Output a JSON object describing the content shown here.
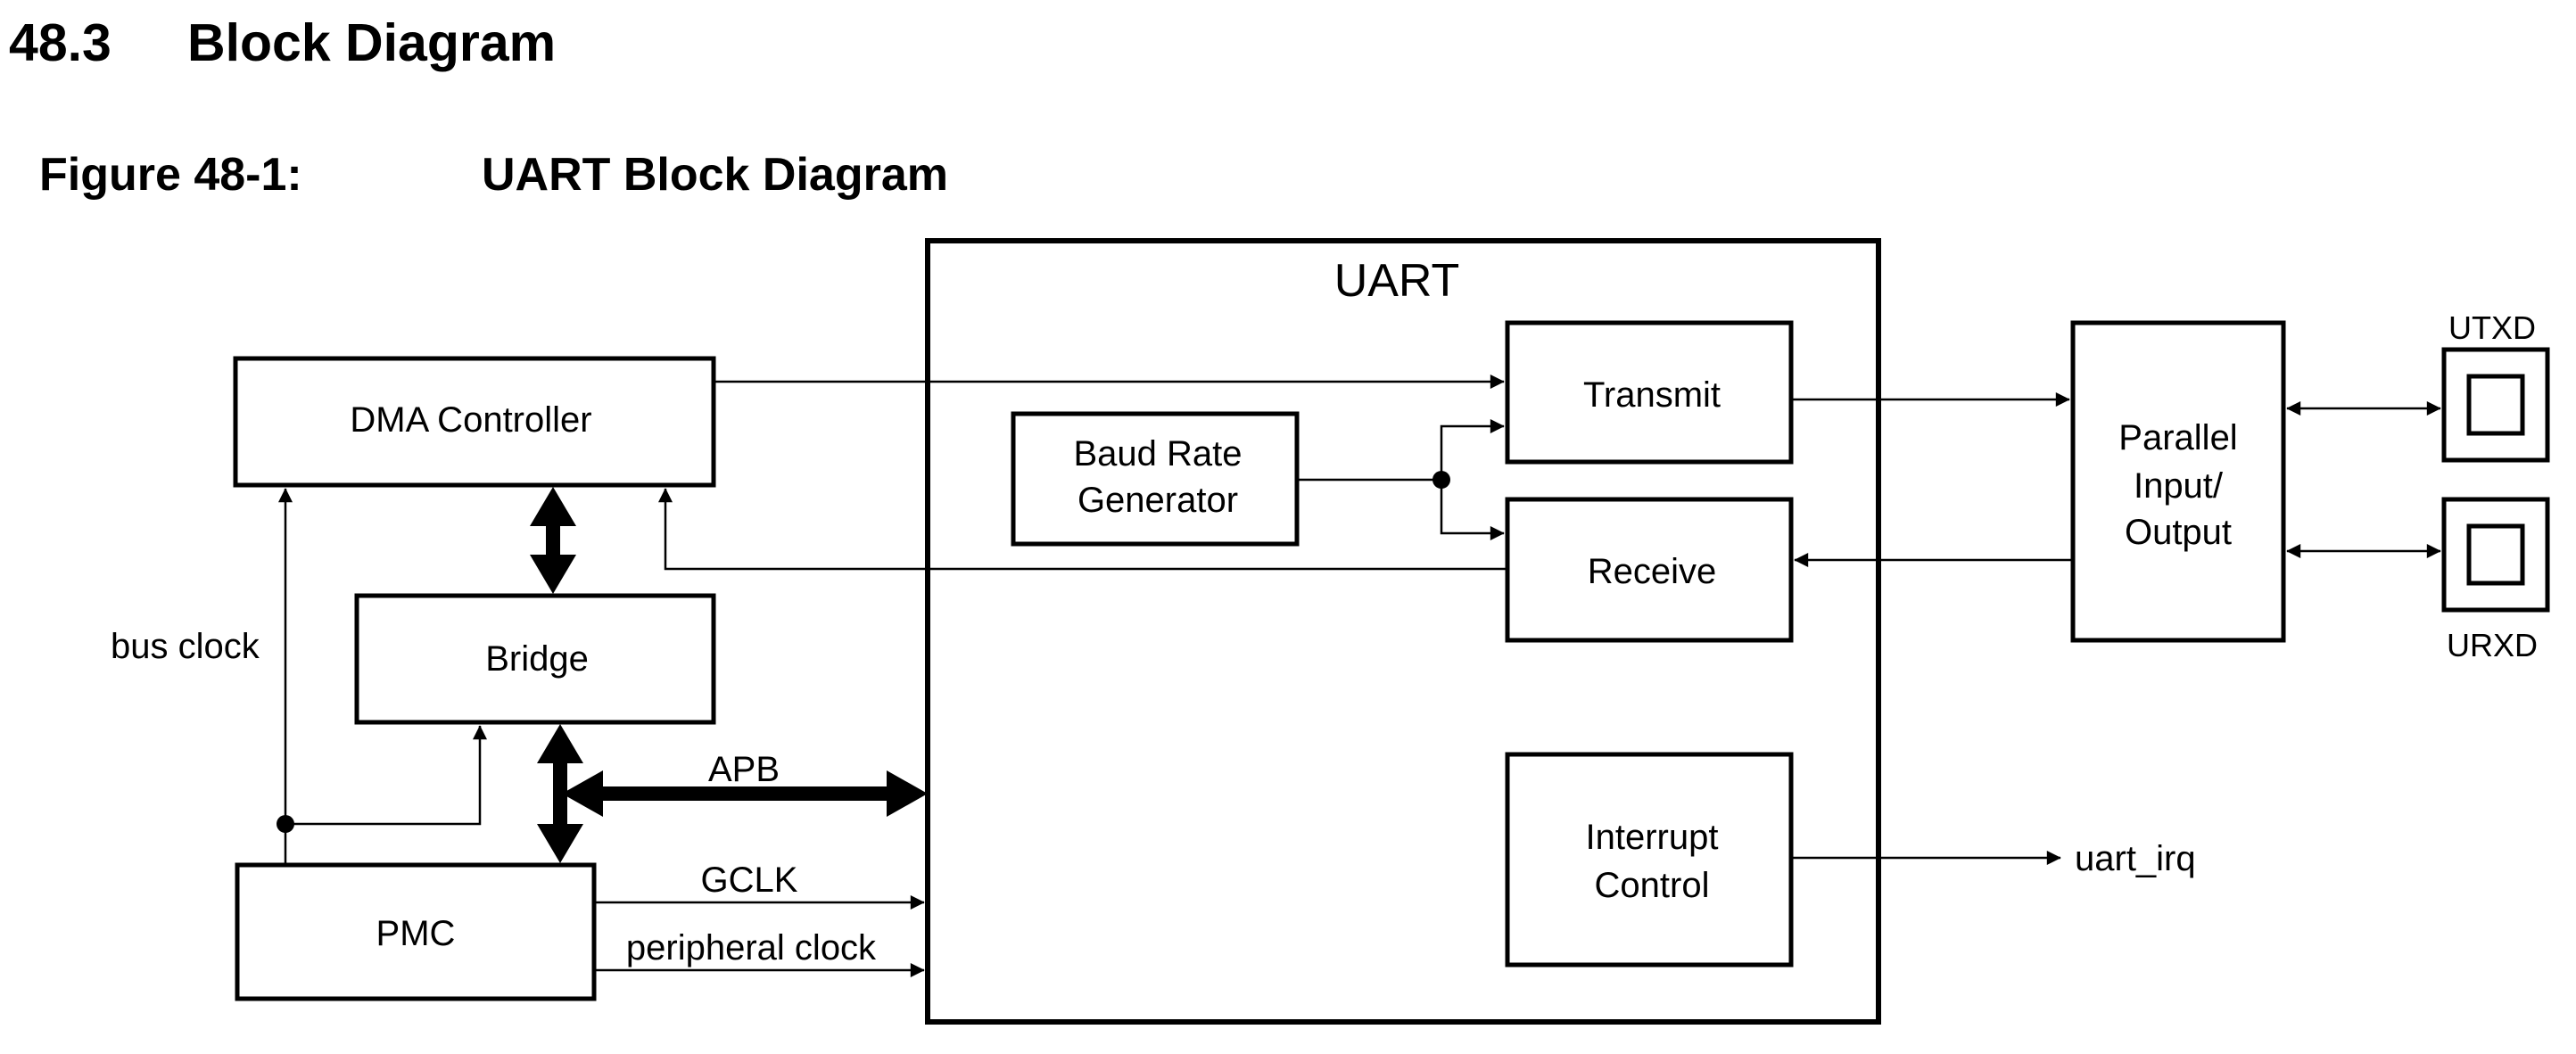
{
  "section": {
    "number": "48.3",
    "title": "Block Diagram"
  },
  "figure": {
    "number": "Figure 48-1:",
    "title": "UART Block Diagram"
  },
  "blocks": {
    "uart": "UART",
    "dma_controller": "DMA Controller",
    "bridge": "Bridge",
    "pmc": "PMC",
    "baud_rate_generator": [
      "Baud Rate",
      "Generator"
    ],
    "transmit": "Transmit",
    "receive": "Receive",
    "interrupt_control": [
      "Interrupt",
      "Control"
    ],
    "parallel_io": [
      "Parallel",
      "Input/",
      "Output"
    ]
  },
  "signals": {
    "bus_clock": "bus clock",
    "apb": "APB",
    "gclk": "GCLK",
    "peripheral_clock": "peripheral clock",
    "uart_irq": "uart_irq"
  },
  "pins": {
    "utxd": "UTXD",
    "urxd": "URXD"
  }
}
